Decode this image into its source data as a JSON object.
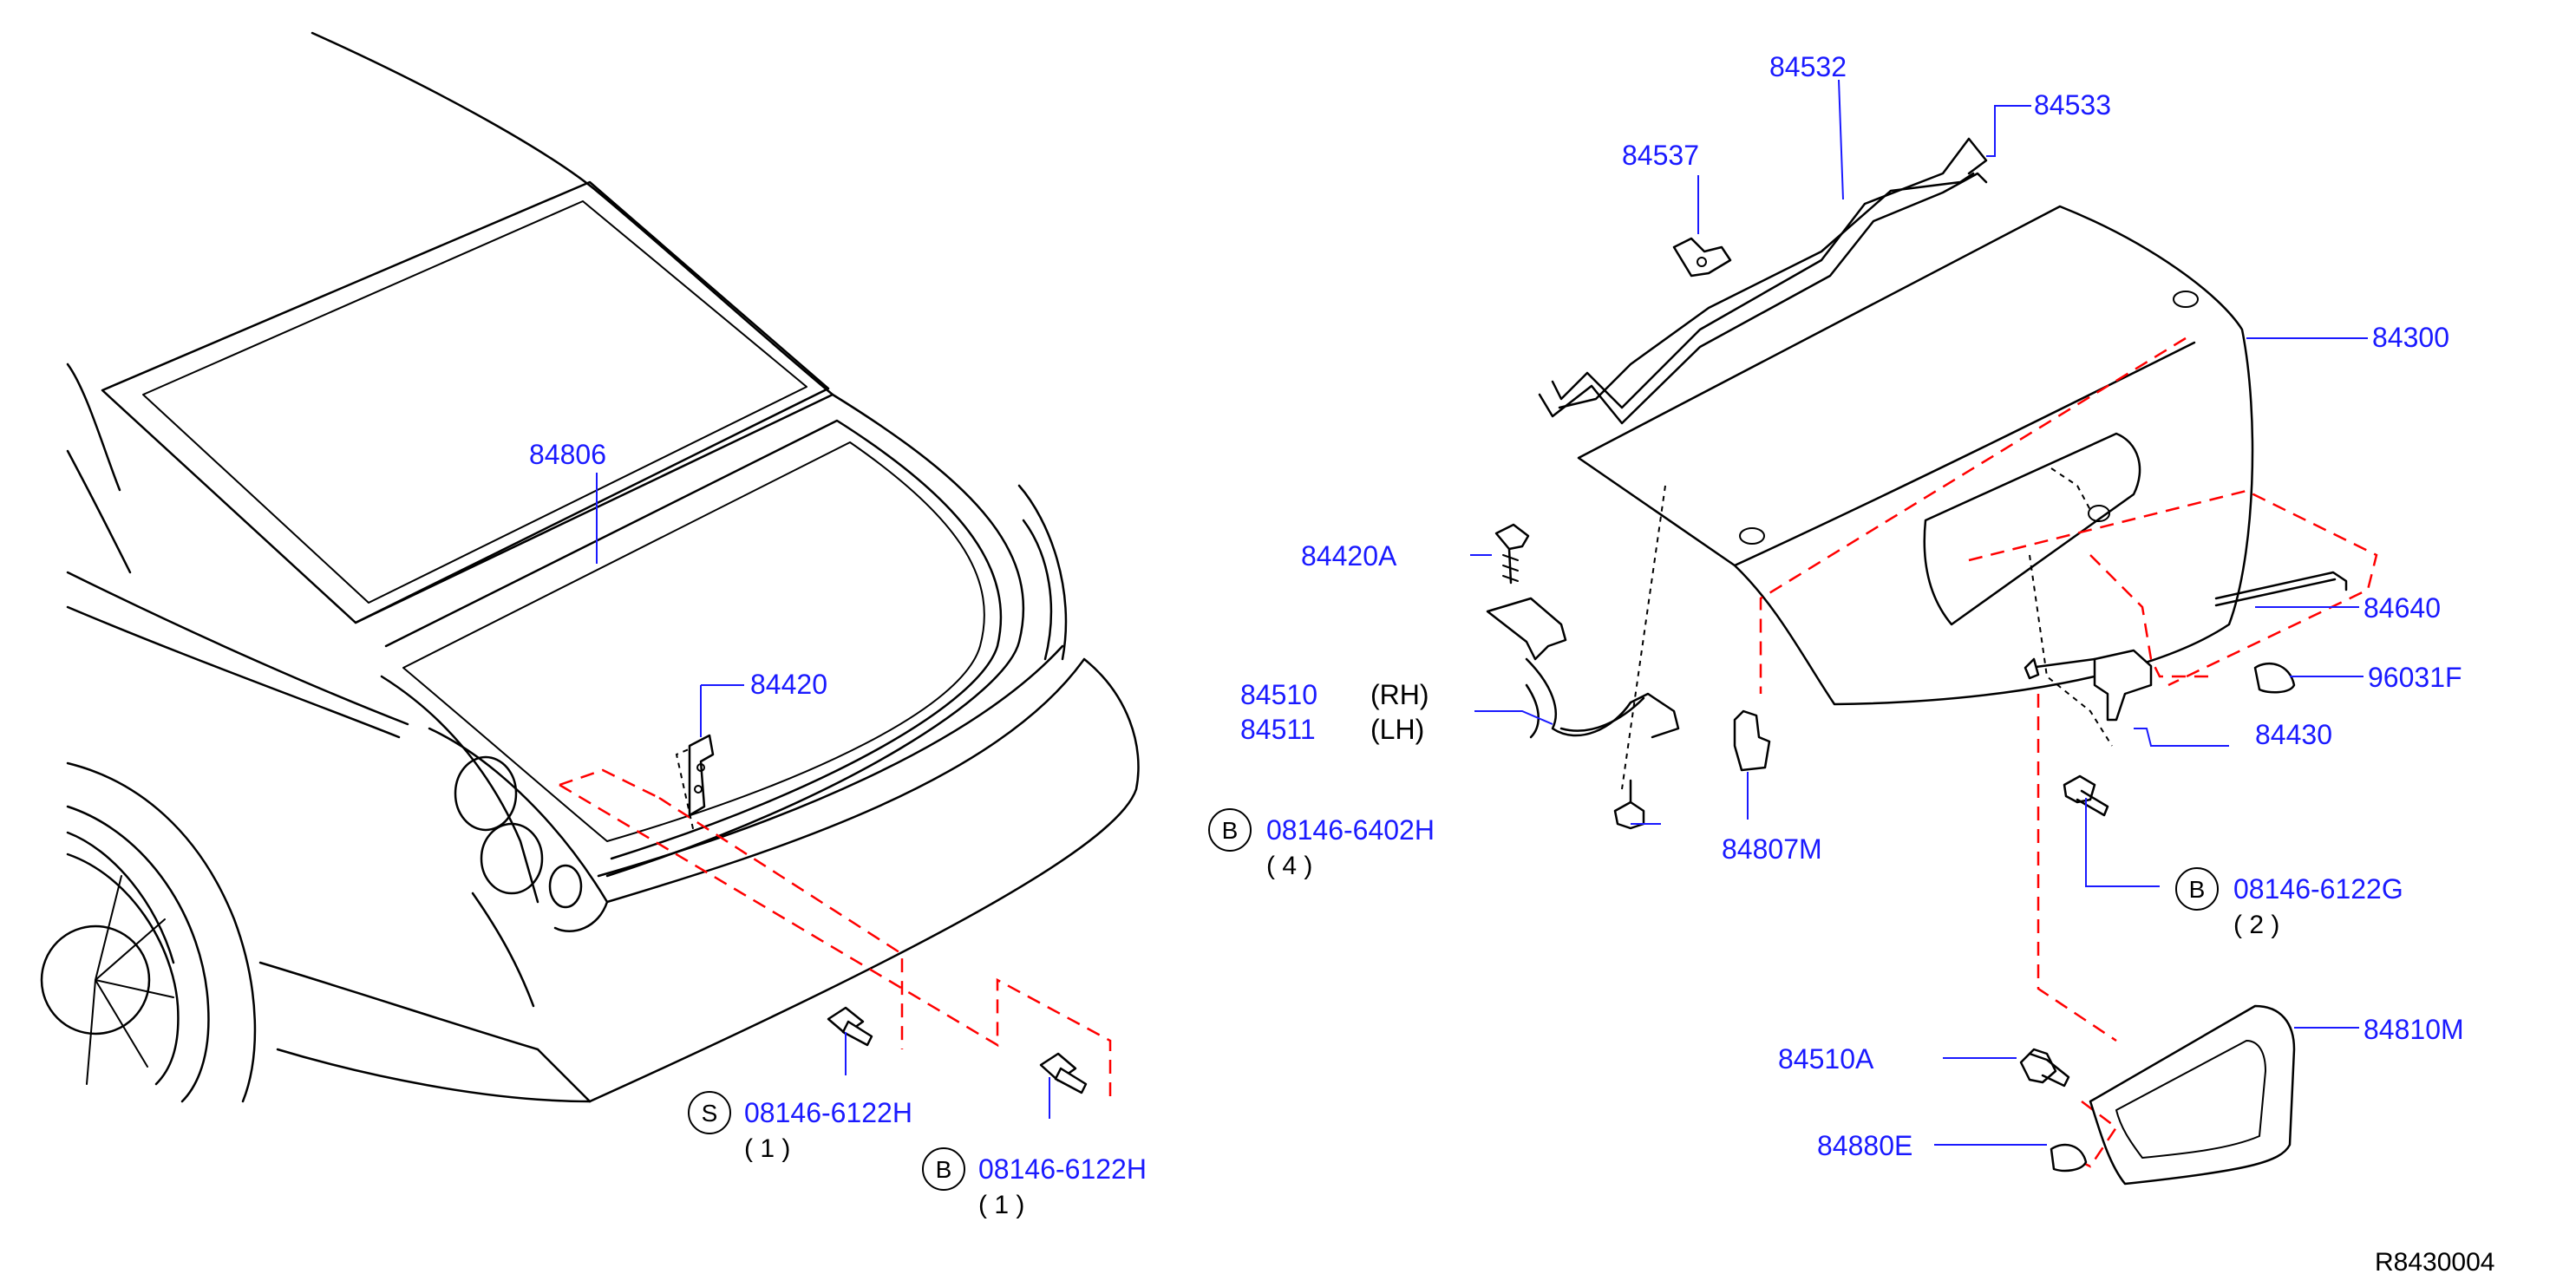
{
  "colors": {
    "part_number": "#1a1aff",
    "leader_line": "#1a1aff",
    "dashed_guide": "#ff0000",
    "drawing_line": "#000000",
    "background": "#ffffff"
  },
  "parts": {
    "p84532": "84532",
    "p84533": "84533",
    "p84537": "84537",
    "p84300": "84300",
    "p84806": "84806",
    "p84420A": "84420A",
    "p84420": "84420",
    "p84510": "84510",
    "p84511": "84511",
    "p84640": "84640",
    "p96031F": "96031F",
    "p84430": "84430",
    "p84807M": "84807M",
    "p84810M": "84810M",
    "p84510A": "84510A",
    "p84880E": "84880E"
  },
  "notes": {
    "rh": "(RH)",
    "lh": "(LH)"
  },
  "fasteners": [
    {
      "symbol": "B",
      "part": "08146-6402H",
      "qty": "( 4 )"
    },
    {
      "symbol": "B",
      "part": "08146-6122G",
      "qty": "( 2 )"
    },
    {
      "symbol": "S",
      "part": "08146-6122H",
      "qty": "( 1 )"
    },
    {
      "symbol": "B",
      "part": "08146-6122H",
      "qty": "( 1 )"
    }
  ],
  "reference_code": "R8430004"
}
